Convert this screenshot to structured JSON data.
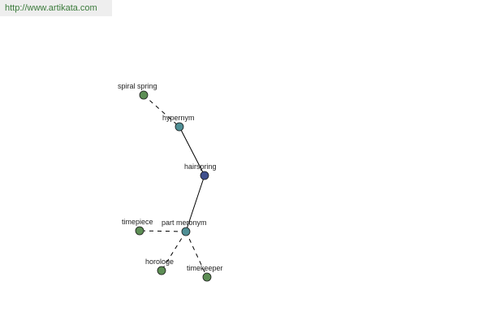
{
  "url": "http://www.artikata.com",
  "colors": {
    "leaf": "#5d8e55",
    "relation": "#4f8f95",
    "root": "#3f4f8c",
    "edge": "#000000"
  },
  "graph": {
    "nodes": [
      {
        "id": "spiral_spring",
        "label": "spiral spring",
        "kind": "leaf"
      },
      {
        "id": "hypernym",
        "label": "hypernym",
        "kind": "relation"
      },
      {
        "id": "hairspring",
        "label": "hairspring",
        "kind": "root"
      },
      {
        "id": "part_meronym",
        "label": "part meronym",
        "kind": "relation"
      },
      {
        "id": "timepiece",
        "label": "timepiece",
        "kind": "leaf"
      },
      {
        "id": "horologe",
        "label": "horologe",
        "kind": "leaf"
      },
      {
        "id": "timekeeper",
        "label": "timekeeper",
        "kind": "leaf"
      }
    ],
    "edges": [
      {
        "from": "spiral_spring",
        "to": "hypernym",
        "style": "dashed"
      },
      {
        "from": "hypernym",
        "to": "hairspring",
        "style": "solid"
      },
      {
        "from": "hairspring",
        "to": "part_meronym",
        "style": "solid"
      },
      {
        "from": "part_meronym",
        "to": "timepiece",
        "style": "dashed"
      },
      {
        "from": "part_meronym",
        "to": "horologe",
        "style": "dashed"
      },
      {
        "from": "part_meronym",
        "to": "timekeeper",
        "style": "dashed"
      }
    ]
  }
}
